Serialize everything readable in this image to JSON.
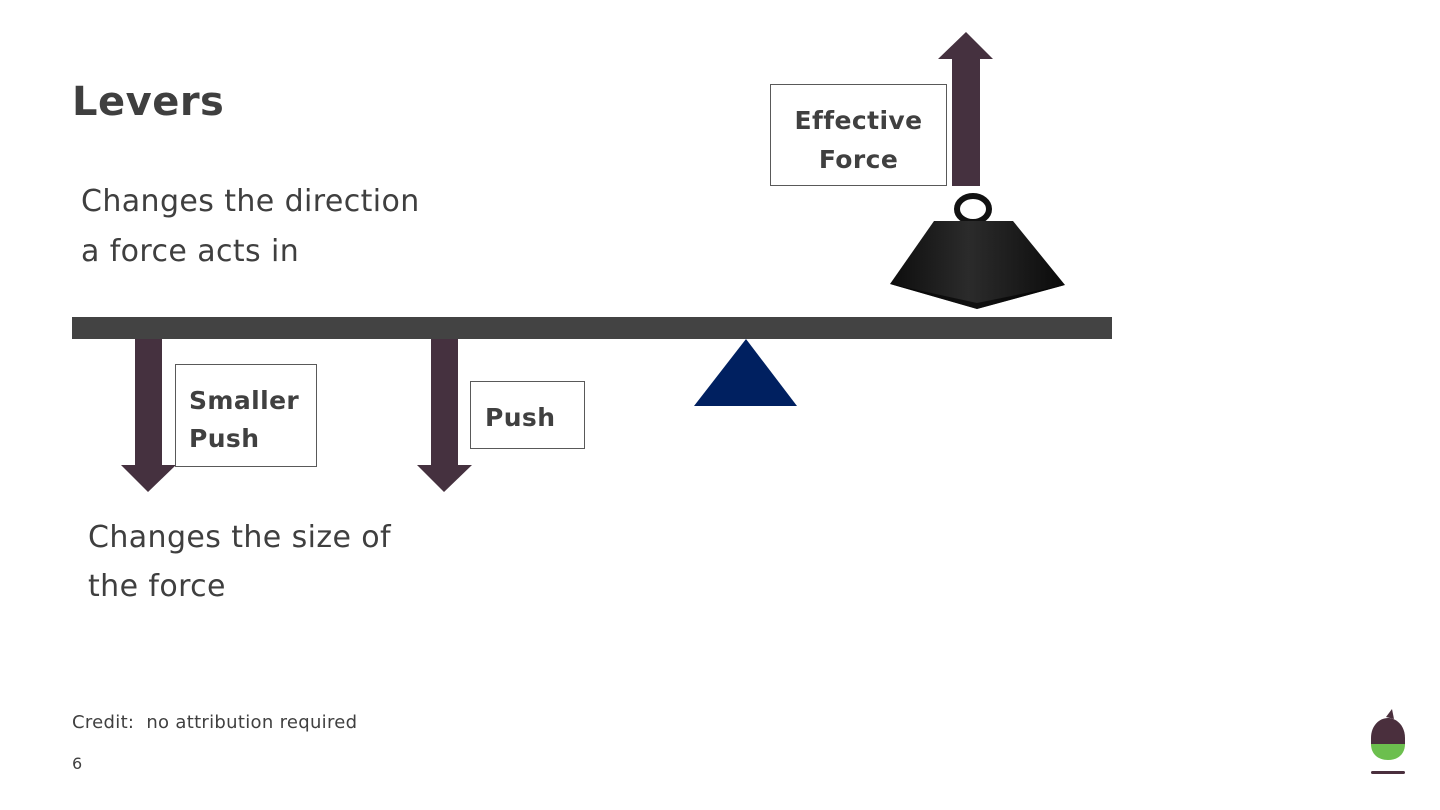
{
  "slide": {
    "title": "Levers",
    "text_direction": [
      "Changes the direction",
      "a force acts in"
    ],
    "text_size": [
      "Changes the size of",
      "the force"
    ],
    "labels": {
      "effective_force": [
        "Effective",
        "Force"
      ],
      "smaller_push": [
        "Smaller",
        "Push"
      ],
      "push": "Push"
    },
    "credit": "Credit:  no attribution required",
    "page_number": "6"
  },
  "colors": {
    "arrow": "#45313f",
    "beam": "#434343",
    "fulcrum": "#002060",
    "weight": "#1a1a1a",
    "logo_acorn_top": "#4a2f3d",
    "logo_acorn_bottom": "#6cbf4e"
  },
  "icons": {
    "weight": "iron-weight-icon",
    "fulcrum": "fulcrum-triangle-icon",
    "logo": "acorn-logo-icon"
  }
}
